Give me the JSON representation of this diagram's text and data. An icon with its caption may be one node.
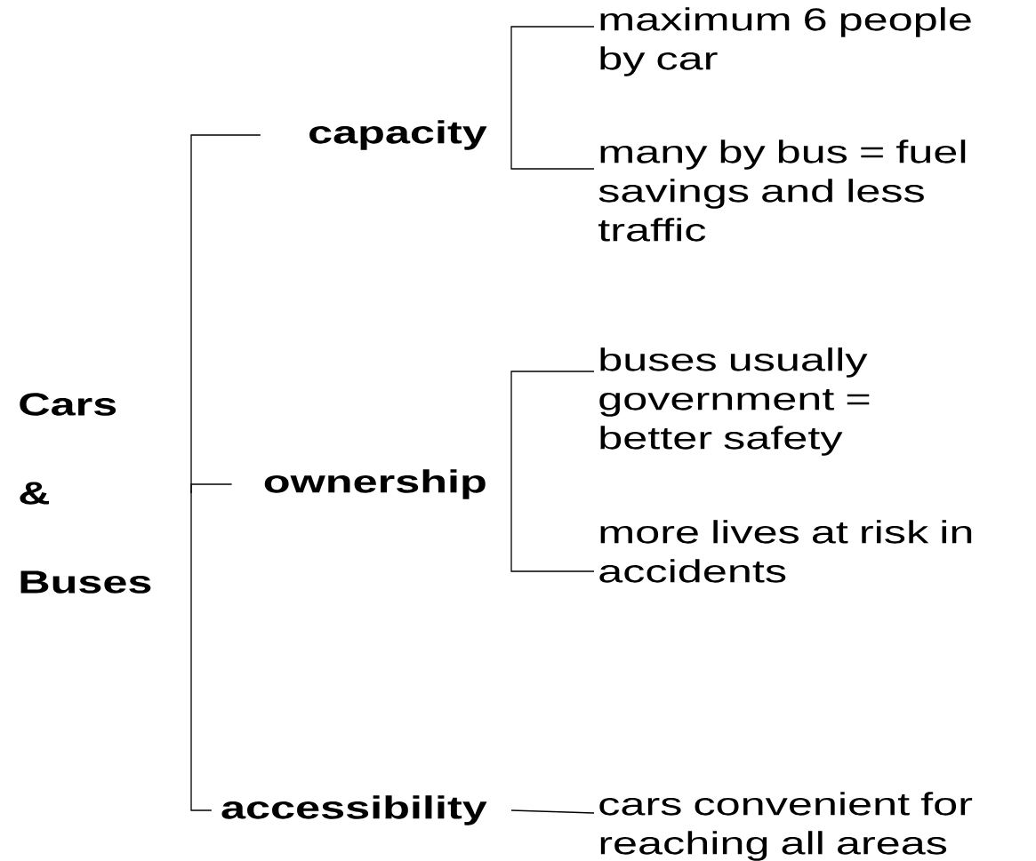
{
  "diagram": {
    "nodes": [
      {
        "text": [
          "Cars & Buses"
        ]
      },
      {
        "text": [
          "capacity"
        ]
      },
      {
        "text": [
          "ownership"
        ]
      },
      {
        "text": [
          "accessibility"
        ]
      },
      {
        "text": [
          "maximum 6 people by car"
        ]
      },
      {
        "text": [
          "many by bus = fuel savings and less traffic"
        ]
      },
      {
        "text": [
          "buses usually government = better safety"
        ]
      },
      {
        "text": [
          "more lives at risk in accidents"
        ]
      },
      {
        "text": [
          "cars convenient for reaching all areas"
        ]
      }
    ],
    "edges": [
      {
        "from": 0,
        "to": 1,
        "arrow": "none"
      },
      {
        "from": 0,
        "to": 2,
        "arrow": "none"
      },
      {
        "from": 0,
        "to": 3,
        "arrow": "none"
      },
      {
        "from": 1,
        "to": 4,
        "arrow": "none"
      },
      {
        "from": 1,
        "to": 5,
        "arrow": "none"
      },
      {
        "from": 2,
        "to": 6,
        "arrow": "none"
      },
      {
        "from": 2,
        "to": 7,
        "arrow": "none"
      },
      {
        "from": 3,
        "to": 8,
        "arrow": "none"
      }
    ]
  }
}
